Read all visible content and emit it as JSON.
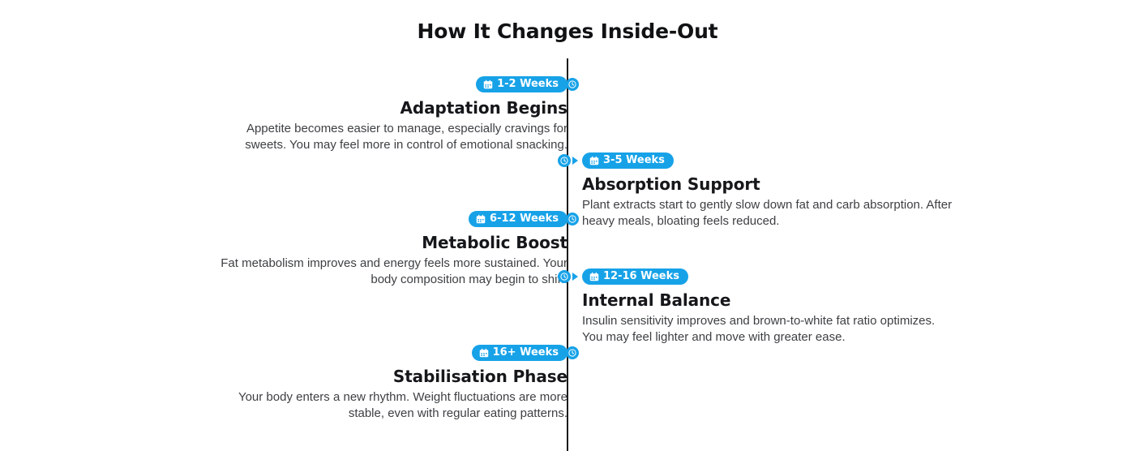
{
  "header": {
    "title": "How It Changes Inside-Out"
  },
  "theme": {
    "accent": "#17a2e8",
    "axis_color": "#1a1a1a",
    "title_color": "#111214",
    "heading_color": "#15171a",
    "body_color": "#3d3f42",
    "background": "#ffffff"
  },
  "timeline": {
    "axis_label": "vertical-timeline-axis",
    "badge_icon": "calendar-icon",
    "marker_icon": "clock-icon",
    "entries": [
      {
        "badge": "1-2 Weeks",
        "title": "Adaptation Begins",
        "description": "Appetite becomes easier to manage, especially cravings for sweets. You may feel more in control of emotional snacking.",
        "side": "left"
      },
      {
        "badge": "3-5 Weeks",
        "title": "Absorption Support",
        "description": "Plant extracts start to gently slow down fat and carb absorption. After heavy meals, bloating feels reduced.",
        "side": "right"
      },
      {
        "badge": "6-12 Weeks",
        "title": "Metabolic Boost",
        "description": "Fat metabolism improves and energy feels more sustained. Your body composition may begin to shift.",
        "side": "left"
      },
      {
        "badge": "12-16 Weeks",
        "title": "Internal Balance",
        "description": "Insulin sensitivity improves and brown-to-white fat ratio optimizes. You may feel lighter and move with greater ease.",
        "side": "right"
      },
      {
        "badge": "16+ Weeks",
        "title": "Stabilisation Phase",
        "description": "Your body enters a new rhythm. Weight fluctuations are more stable, even with regular eating patterns.",
        "side": "left"
      }
    ]
  }
}
